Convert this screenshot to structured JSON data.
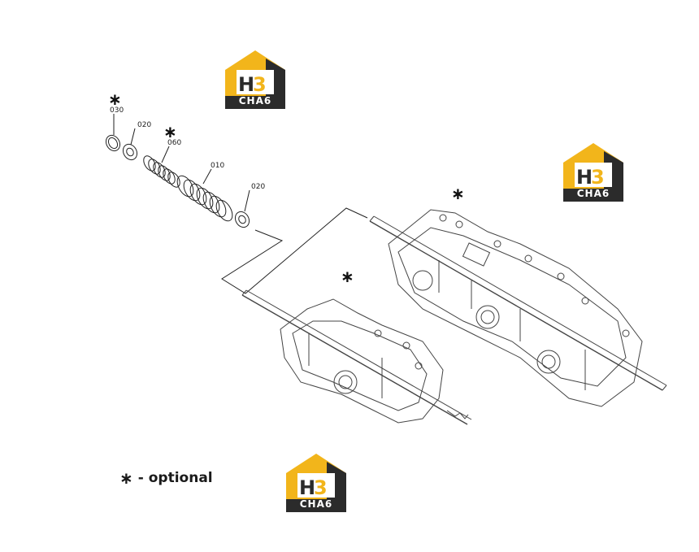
{
  "parts": {
    "p030": "030",
    "p020a": "020",
    "p060": "060",
    "p010": "010",
    "p020b": "020"
  },
  "optional_marker": "∗",
  "legend": {
    "marker": "∗",
    "text": "- optional"
  },
  "watermark": {
    "text": "CHA6",
    "letter": "H3",
    "colors": {
      "yellow": "#F2B51B",
      "dark": "#2b2b2b",
      "white": "#ffffff"
    }
  }
}
